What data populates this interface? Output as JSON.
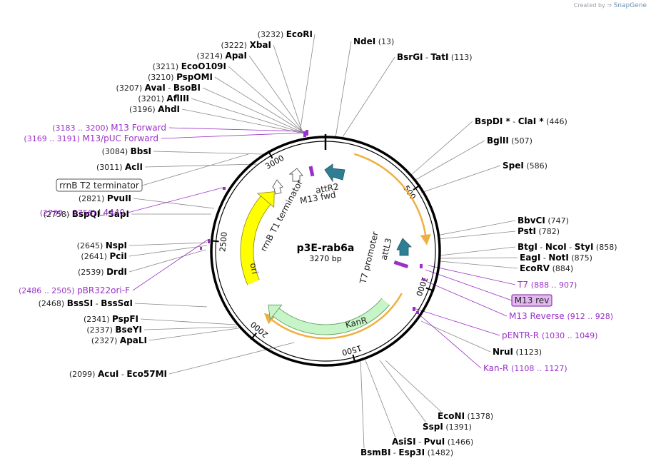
{
  "watermark": {
    "prefix": "Created by",
    "brand": "SnapGene"
  },
  "plasmid": {
    "name": "p3E-rab6a",
    "length_label": "3270 bp",
    "length": 3270
  },
  "ticks": [
    "500",
    "1000",
    "1500",
    "2000",
    "2500",
    "3000"
  ],
  "sites_left": [
    {
      "pos": "(3232)",
      "name": "EcoRI"
    },
    {
      "pos": "(3222)",
      "name": "XbaI"
    },
    {
      "pos": "(3214)",
      "name": "ApaI"
    },
    {
      "pos": "(3211)",
      "name": "EcoO109I"
    },
    {
      "pos": "(3210)",
      "name": "PspOMI"
    },
    {
      "pos": "(3207)",
      "name": "AvaI",
      "sep": "-",
      "name2": "BsoBI"
    },
    {
      "pos": "(3201)",
      "name": "AflIII"
    },
    {
      "pos": "(3196)",
      "name": "AhdI"
    },
    {
      "pos": "(3084)",
      "name": "BbsI"
    },
    {
      "pos": "(3011)",
      "name": "AclI"
    },
    {
      "pos": "(2821)",
      "name": "PvuII"
    },
    {
      "pos": "(2758)",
      "name": "BspQI",
      "sep": "-",
      "name2": "SapI"
    },
    {
      "pos": "(2645)",
      "name": "NspI"
    },
    {
      "pos": "(2641)",
      "name": "PciI"
    },
    {
      "pos": "(2539)",
      "name": "DrdI"
    },
    {
      "pos": "(2468)",
      "name": "BssSI",
      "sep": "-",
      "name2": "BssSαI"
    },
    {
      "pos": "(2341)",
      "name": "PspFI"
    },
    {
      "pos": "(2337)",
      "name": "BseYI"
    },
    {
      "pos": "(2327)",
      "name": "ApaLI"
    },
    {
      "pos": "(2099)",
      "name": "AcuI",
      "sep": "-",
      "name2": "Eco57MI"
    }
  ],
  "sites_right": [
    {
      "name": "NdeI",
      "pos": "(13)"
    },
    {
      "name": "BsrGI",
      "sep": "-",
      "name2": "TatI",
      "pos": "(113)"
    },
    {
      "name": "BspDI *",
      "sep": "-",
      "name2": "ClaI *",
      "pos": "(446)"
    },
    {
      "name": "BglII",
      "pos": "(507)"
    },
    {
      "name": "SpeI",
      "pos": "(586)"
    },
    {
      "name": "BbvCI",
      "pos": "(747)"
    },
    {
      "name": "PstI",
      "pos": "(782)"
    },
    {
      "name": "BtgI",
      "sep": "-",
      "name2": "NcoI",
      "sep2": "-",
      "name3": "StyI",
      "pos": "(858)"
    },
    {
      "name": "EagI",
      "sep": "-",
      "name2": "NotI",
      "pos": "(875)"
    },
    {
      "name": "EcoRV",
      "pos": "(884)"
    },
    {
      "name": "NruI",
      "pos": "(1123)"
    }
  ],
  "sites_bottom": [
    {
      "name": "EcoNI",
      "pos": "(1378)"
    },
    {
      "name": "SspI",
      "pos": "(1391)"
    },
    {
      "name": "AsiSI",
      "sep": "-",
      "name2": "PvuI",
      "pos": "(1466)"
    },
    {
      "name": "BsmBI",
      "sep": "-",
      "name2": "Esp3I",
      "pos": "(1482)"
    }
  ],
  "primers": [
    {
      "range": "(3183 .. 3200)",
      "name": "M13 Forward",
      "side": "left"
    },
    {
      "range": "(3169 .. 3191)",
      "name": "M13/pUC Forward",
      "side": "left"
    },
    {
      "range": "(2739 .. 2756)",
      "name": "L4440",
      "side": "left"
    },
    {
      "range": "(2486 .. 2505)",
      "name": "pBR322ori-F",
      "side": "left"
    },
    {
      "name": "T7",
      "range": "(888 .. 907)",
      "side": "right"
    },
    {
      "name": "M13 rev",
      "side": "right",
      "boxed": true
    },
    {
      "name": "M13 Reverse",
      "range": "(912 .. 928)",
      "side": "right"
    },
    {
      "name": "pENTR-R",
      "range": "(1030 .. 1049)",
      "side": "right"
    },
    {
      "name": "Kan-R",
      "range": "(1108 .. 1127)",
      "side": "right"
    }
  ],
  "features": {
    "rrnb_box": "rrnB T2 terminator",
    "rrnb_t1": "rrnB T1 terminator",
    "m13fwd": "M13 fwd",
    "attr2": "attR2",
    "attl3": "attL3",
    "t7promoter": "T7 promoter",
    "kanr": "KanR",
    "ori": "ori"
  },
  "colors": {
    "ori": "#ffff00",
    "kanr": "#c8f5c8",
    "att": "#2e7f94",
    "primer": "#9a30c8",
    "orf": "#f0b040",
    "mrev_fill": "#e3b8f0"
  }
}
